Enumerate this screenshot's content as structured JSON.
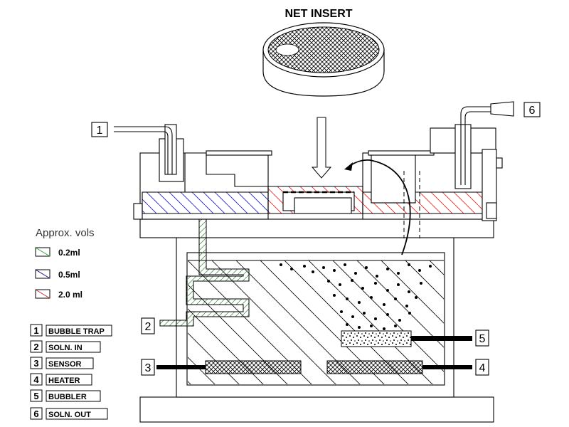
{
  "title": "NET INSERT",
  "volumes": {
    "heading": "Approx. vols",
    "items": [
      {
        "label": "0.2ml",
        "color": "#2ea82e"
      },
      {
        "label": "0.5ml",
        "color": "#1a1a8c"
      },
      {
        "label": "2.0 ml",
        "color": "#c0302e"
      }
    ]
  },
  "key": [
    {
      "num": "1",
      "label": "BUBBLE TRAP"
    },
    {
      "num": "2",
      "label": "SOLN. IN"
    },
    {
      "num": "3",
      "label": "SENSOR"
    },
    {
      "num": "4",
      "label": "HEATER"
    },
    {
      "num": "5",
      "label": "BUBBLER"
    },
    {
      "num": "6",
      "label": "SOLN. OUT"
    }
  ],
  "callouts": {
    "c1": "1",
    "c2": "2",
    "c3": "3",
    "c4": "4",
    "c5": "5",
    "c6": "6"
  }
}
